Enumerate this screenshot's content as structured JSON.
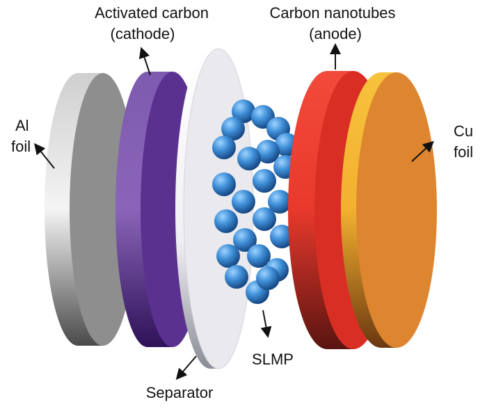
{
  "labels": {
    "cathode_line1": "Activated carbon",
    "cathode_line2": "(cathode)",
    "anode_line1": "Carbon nanotubes",
    "anode_line2": "(anode)",
    "al_line1": "Al",
    "al_line2": "foil",
    "cu_line1": "Cu",
    "cu_line2": "foil",
    "slmp": "SLMP",
    "separator": "Separator"
  },
  "colors": {
    "al_foil": "#9a9a9a",
    "cathode": "#5b3190",
    "separator": "#e9e9ee",
    "slmp_spheres": "#3f8fd8",
    "anode": "#d92e24",
    "cu_foil": "#de8530"
  }
}
